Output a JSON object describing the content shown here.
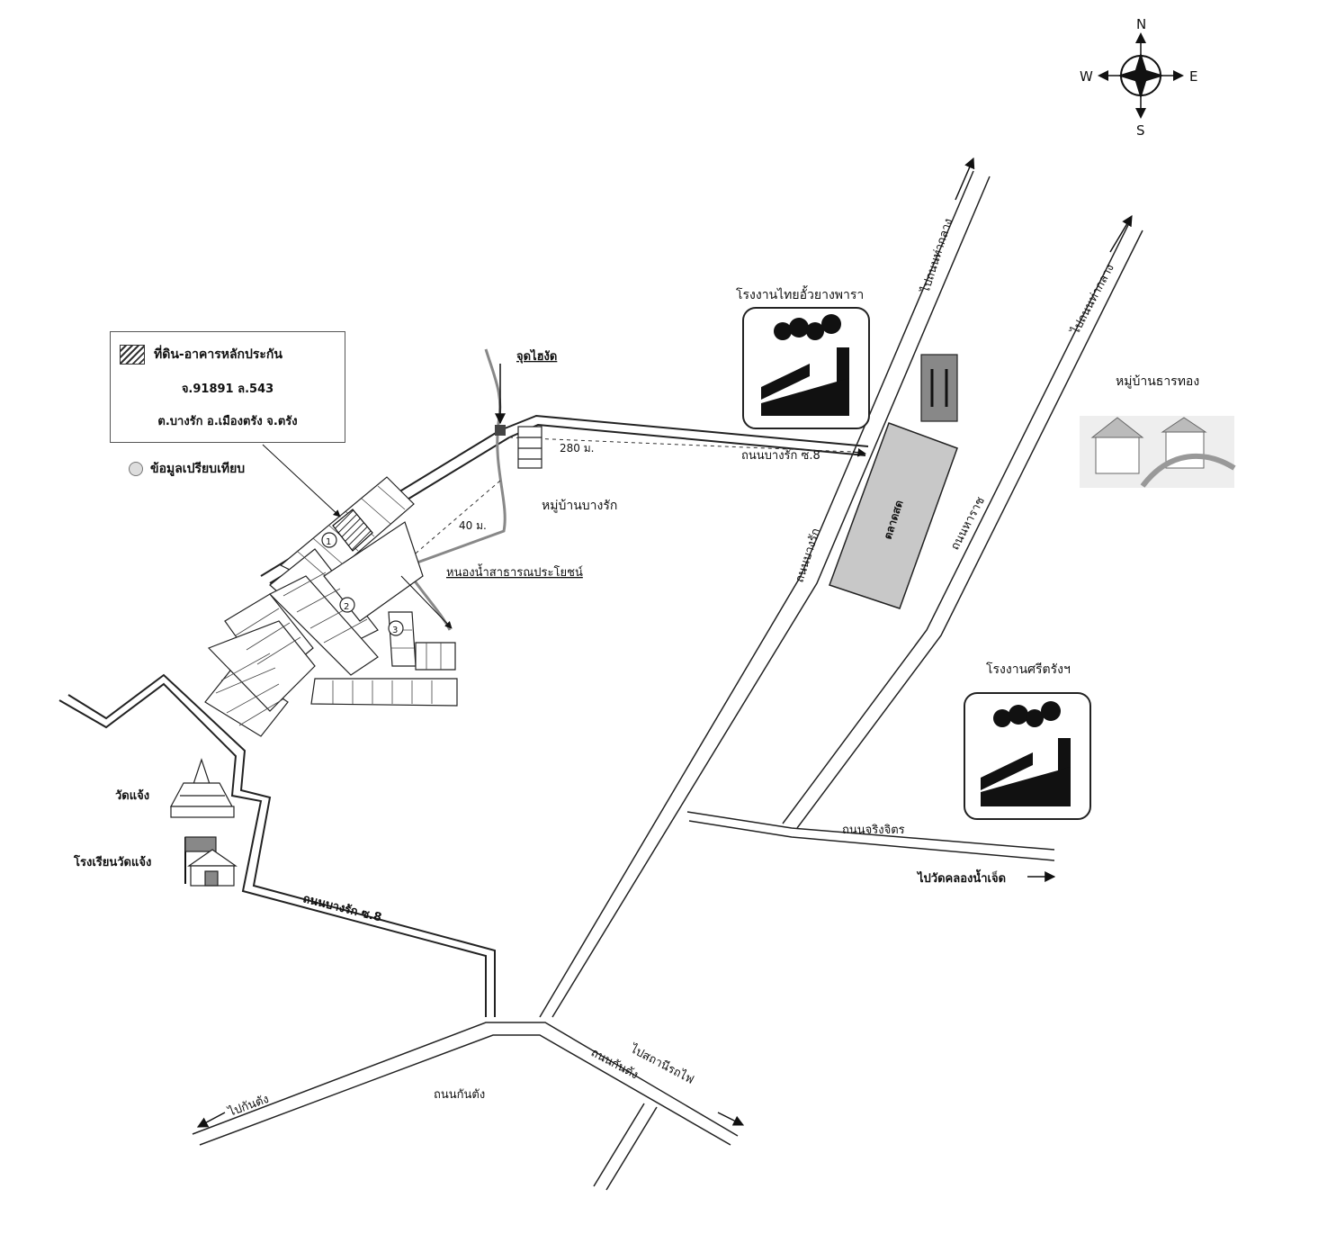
{
  "legend": {
    "title": "ที่ดิน-อาคารหลักประกัน",
    "deed": "จ.91891 ล.543",
    "location": "ต.บางรัก อ.เมืองตรัง จ.ตรัง",
    "comparables_label": "ข้อมูลเปรียบเทียบ"
  },
  "compass": {
    "n": "N",
    "s": "S",
    "e": "E",
    "w": "W"
  },
  "labels": {
    "factory_top": "โรงงานไทยอั้วยางพารา",
    "factory_bottom": "โรงงานศรีตรังฯ",
    "village_right": "หมู่บ้านธารทอง",
    "village_center": "หมู่บ้านบางรัก",
    "subject_point": "จุดไฮงัด",
    "distance_280": "280 ม.",
    "distance_40": "40 ม.",
    "public_pond": "หนองน้ำสาธารณประโยชน์",
    "road_soi8_top": "ถนนบางรัก ซ.8",
    "road_soi8_bottom": "ถนนบางรัก ซ.8",
    "road_bangrak": "ถนนบางรัก",
    "road_huayyot": "ถนนหาราช",
    "road_jaroen": "ถนนจริงจิตร",
    "road_kantang": "ถนนกันตัง",
    "road_kantang2": "ถนนกันตัง",
    "to_thakhlong_1": "ไปถนนท่ากลาง",
    "to_thakhlong_2": "ไปถนนท่ากลาง",
    "to_wat_khlong": "ไปวัดคลองน้ำเจ็ด",
    "to_station": "ไปสถานีรถไฟ",
    "to_kantang": "ไปกันตัง",
    "market": "ตลาดสด",
    "wat": "วัดแจ้ง",
    "school": "โรงเรียนวัดแจ้ง",
    "comp1": "1",
    "comp2": "2",
    "comp3": "3"
  },
  "colors": {
    "road": "#222222",
    "market": "#c8c8c8",
    "restaurant": "#888888"
  }
}
